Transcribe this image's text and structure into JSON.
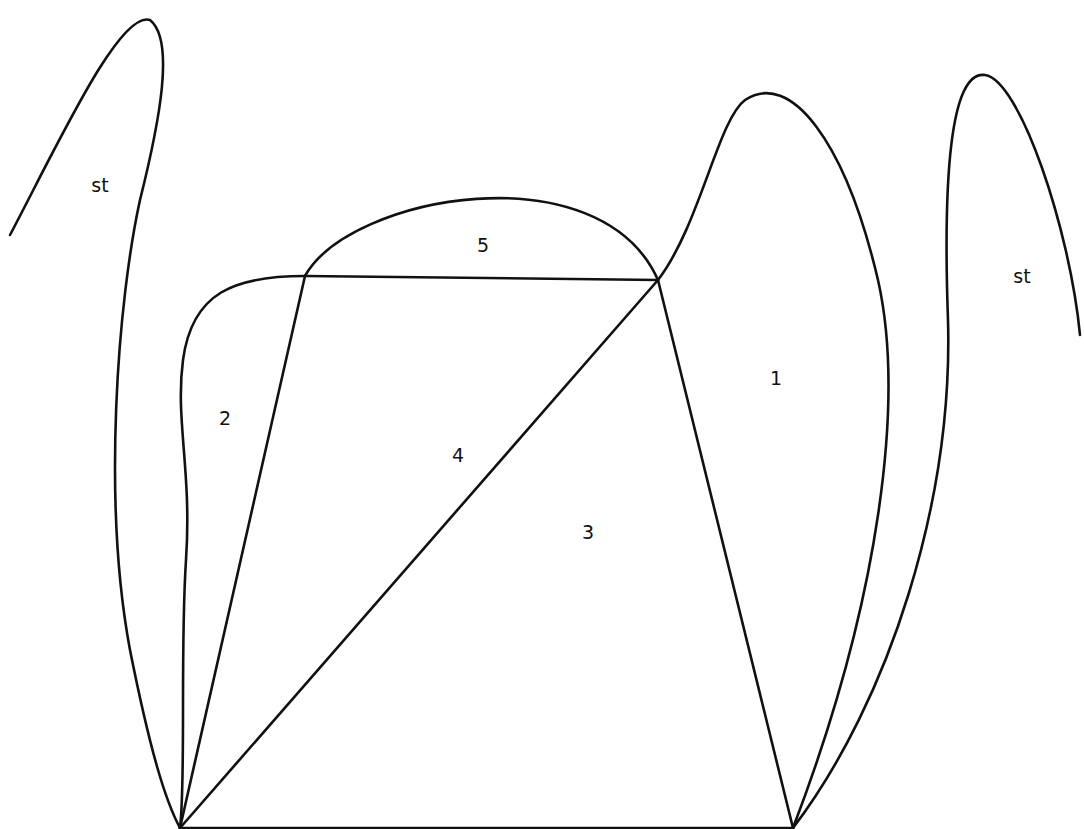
{
  "diagram": {
    "labels": [
      "st",
      "5",
      "st",
      "1",
      "2",
      "4",
      "3"
    ]
  }
}
